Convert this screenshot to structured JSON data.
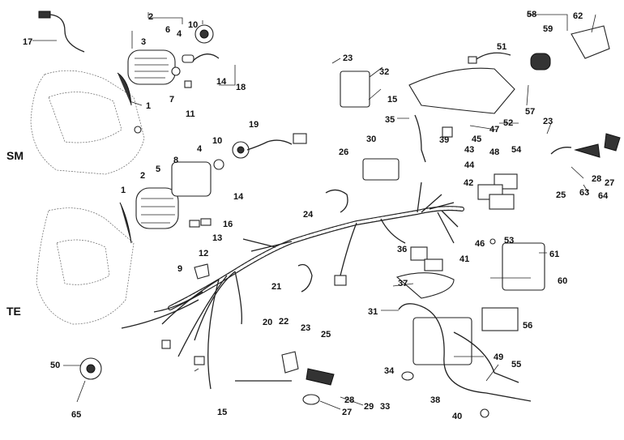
{
  "variants": {
    "sm": "SM",
    "te": "TE"
  },
  "callouts": {
    "c1a": "1",
    "c1b": "1",
    "c2a": "2",
    "c2b": "2",
    "c3": "3",
    "c4a": "4",
    "c4b": "4",
    "c5": "5",
    "c6": "6",
    "c7": "7",
    "c8": "8",
    "c9": "9",
    "c10a": "10",
    "c10b": "10",
    "c11": "11",
    "c12": "12",
    "c13": "13",
    "c14a": "14",
    "c14b": "14",
    "c15a": "15",
    "c15b": "15",
    "c16": "16",
    "c17": "17",
    "c18": "18",
    "c19": "19",
    "c20": "20",
    "c21": "21",
    "c22": "22",
    "c23a": "23",
    "c23b": "23",
    "c23c": "23",
    "c24": "24",
    "c25a": "25",
    "c25b": "25",
    "c26": "26",
    "c27a": "27",
    "c27b": "27",
    "c28a": "28",
    "c28b": "28",
    "c29": "29",
    "c30": "30",
    "c31": "31",
    "c32": "32",
    "c33": "33",
    "c34": "34",
    "c35": "35",
    "c36": "36",
    "c37": "37",
    "c38": "38",
    "c39": "39",
    "c40": "40",
    "c41": "41",
    "c42": "42",
    "c43": "43",
    "c44": "44",
    "c45": "45",
    "c46": "46",
    "c47": "47",
    "c48": "48",
    "c49": "49",
    "c50": "50",
    "c51": "51",
    "c52": "52",
    "c53": "53",
    "c54": "54",
    "c55": "55",
    "c56": "56",
    "c57": "57",
    "c58": "58",
    "c59": "59",
    "c60": "60",
    "c61": "61",
    "c62": "62",
    "c63": "63",
    "c64": "64",
    "c65": "65"
  }
}
